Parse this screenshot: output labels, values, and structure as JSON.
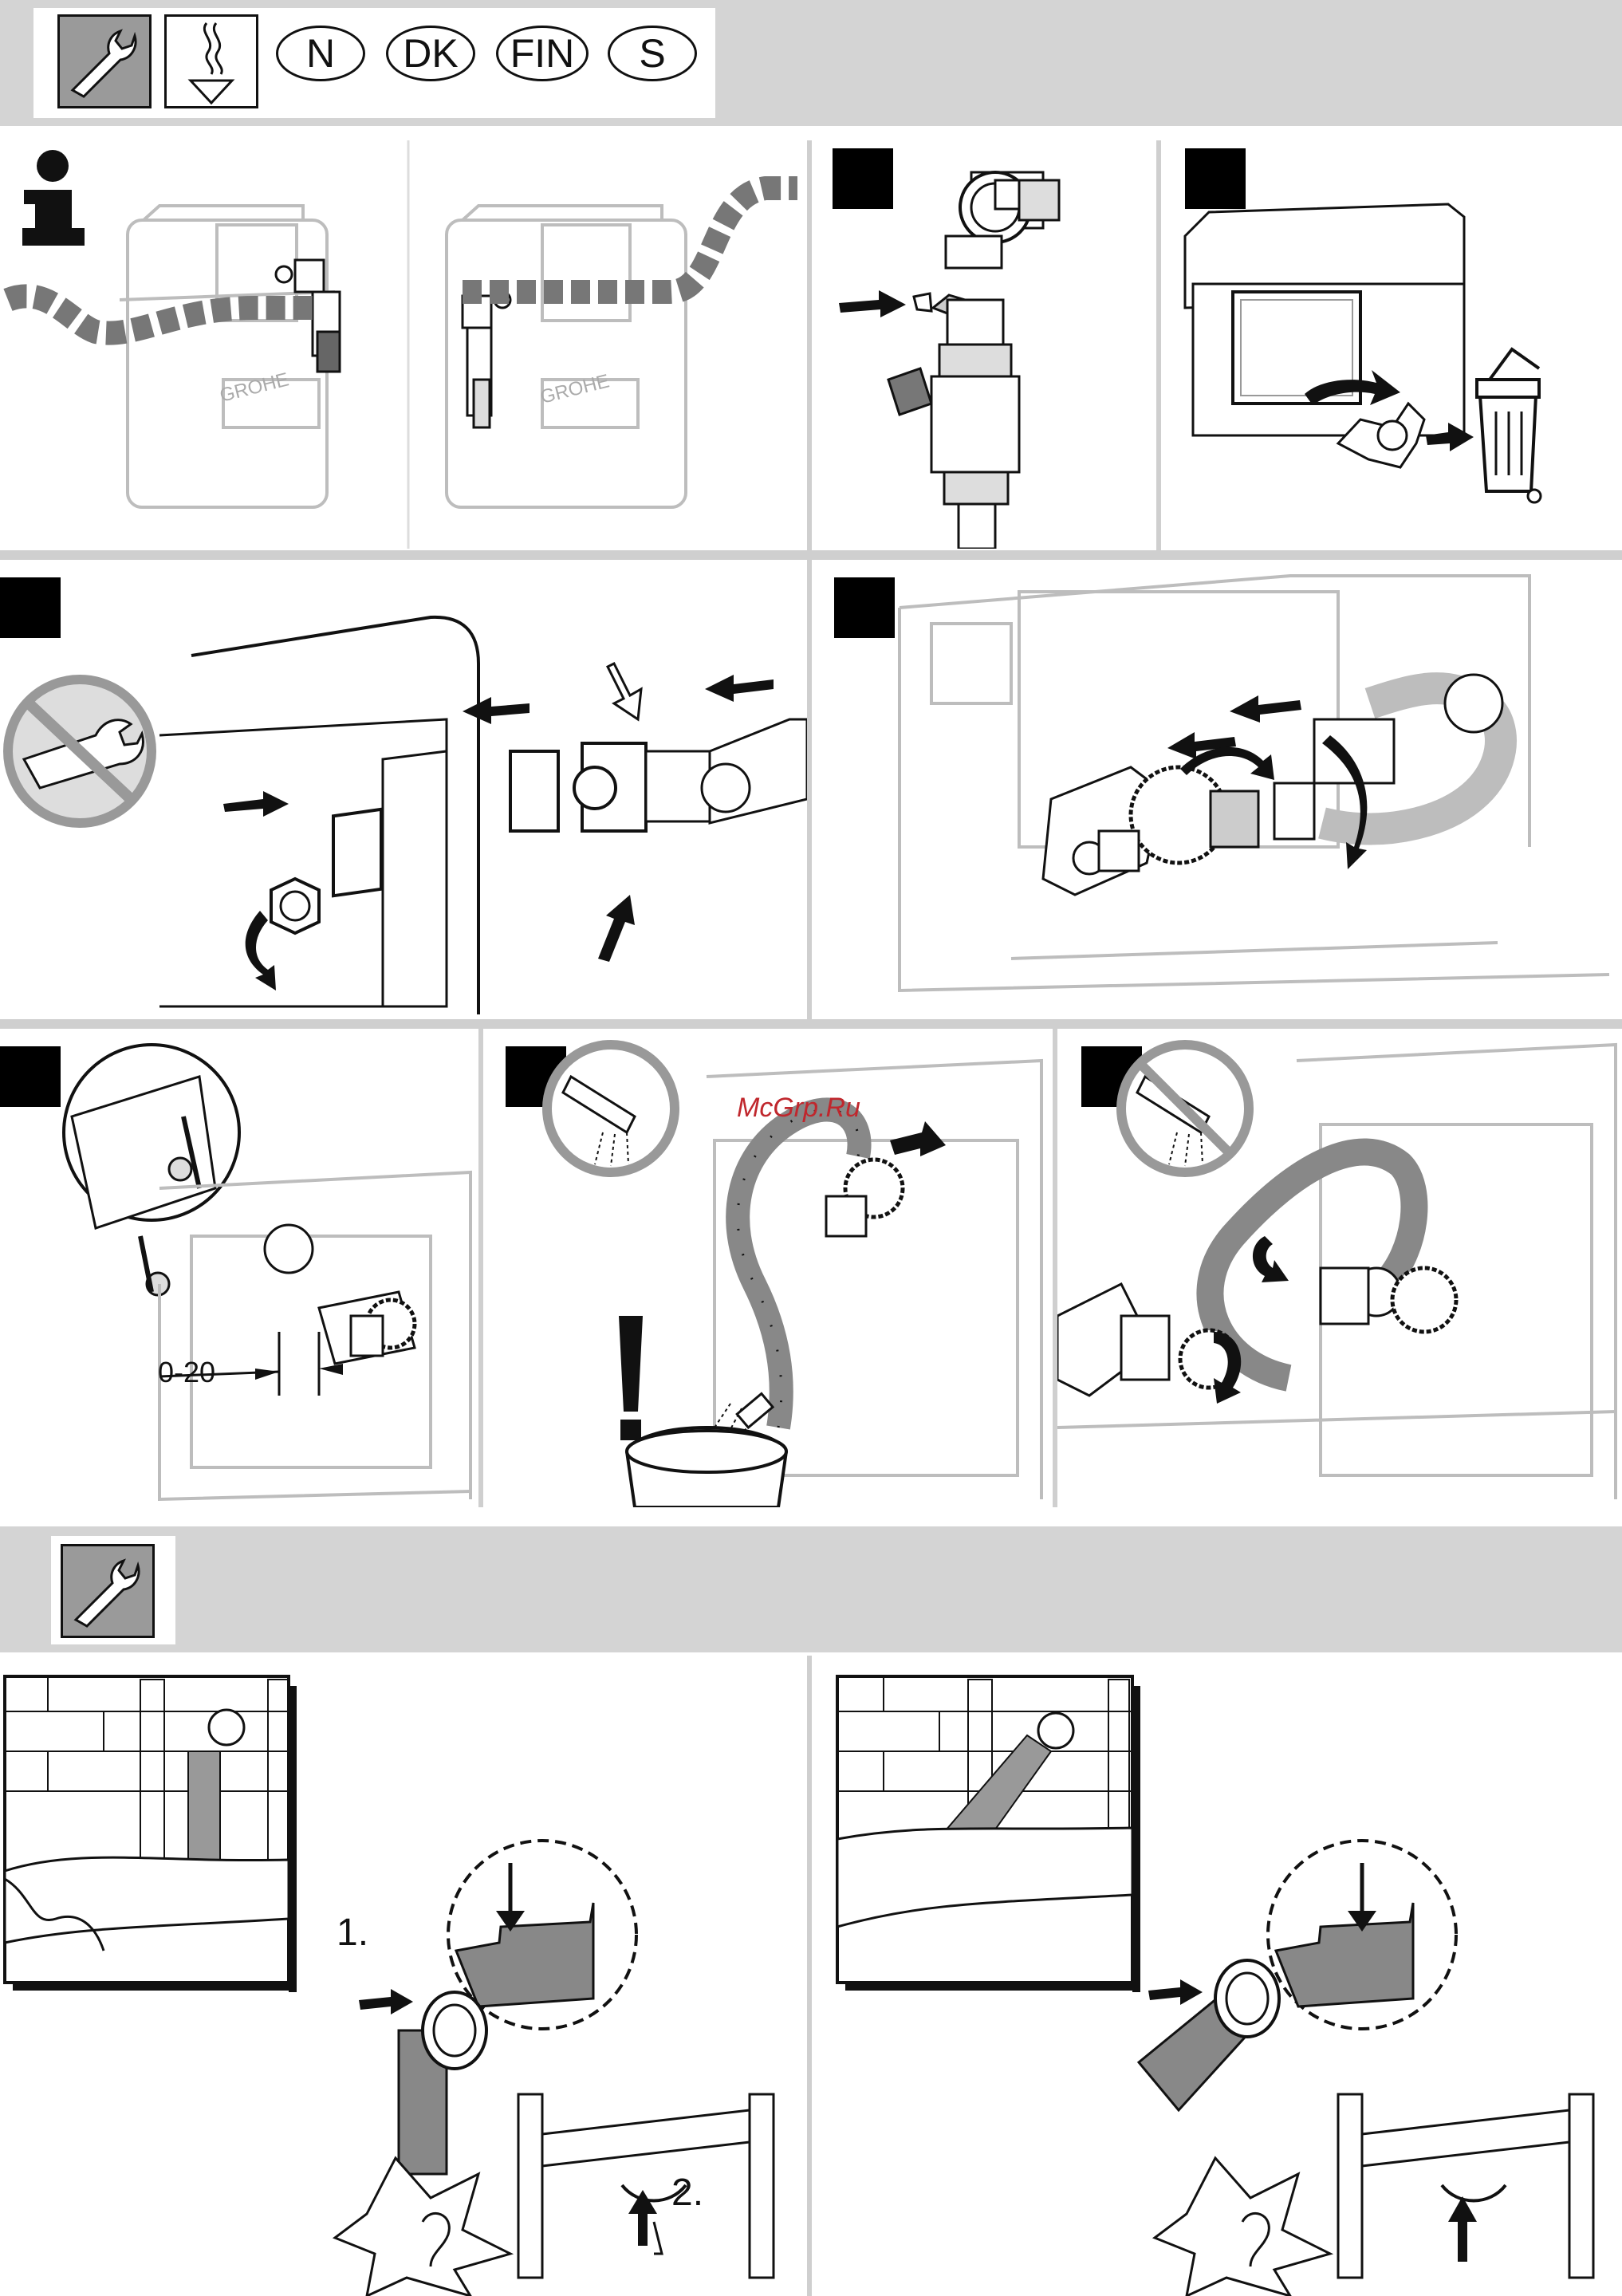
{
  "header": {
    "language_badges": [
      "N",
      "DK",
      "FIN",
      "S"
    ]
  },
  "section1": {
    "brand_label_left": "GROHE",
    "brand_label_right": "GROHE"
  },
  "section3": {
    "dimension_label": "0-20",
    "watermark": "McGrp.Ru"
  },
  "section4": {
    "step1_label": "1.",
    "step2_label": "2."
  },
  "colors": {
    "band_grey": "#d4d4d4",
    "separator_grey": "#cfcfcf",
    "step_black": "#000000",
    "watermark_red": "#c0272d",
    "hose_grey": "#8a8a8a"
  },
  "icons": [
    "wrench-icon",
    "flush-water-icon",
    "info-icon",
    "no-tool-icon",
    "spray-on-icon",
    "spray-off-icon",
    "warning-exclamation-icon",
    "ear-click-icon",
    "trash-bin-icon"
  ]
}
